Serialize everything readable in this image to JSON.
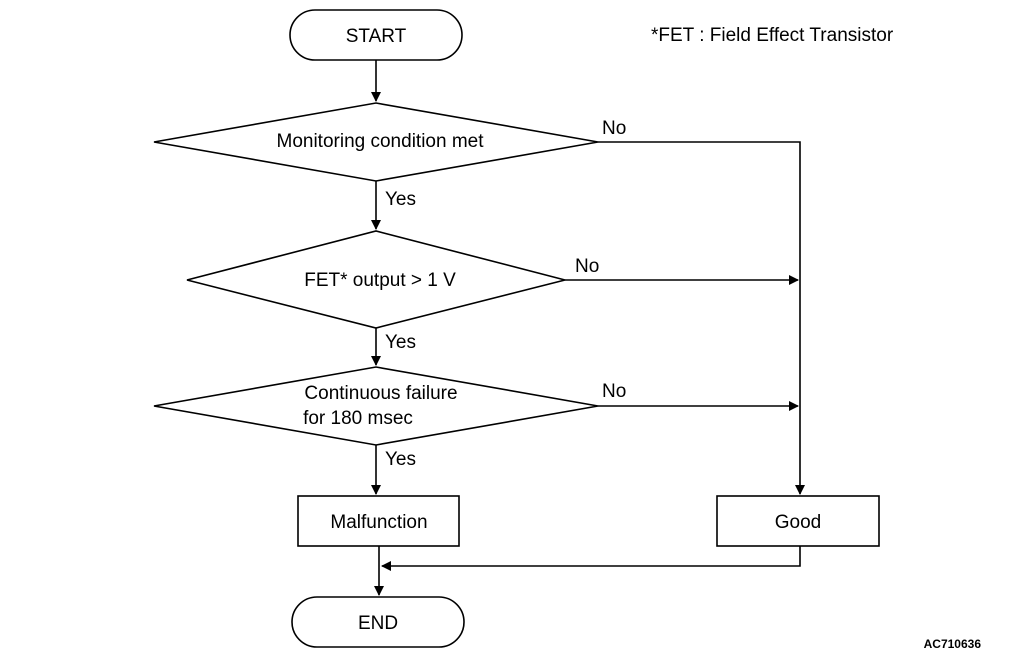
{
  "note": "*FET : Field Effect Transistor",
  "figure_code": "AC710636",
  "nodes": {
    "start": "START",
    "monitoring": "Monitoring condition met",
    "fet_output": "FET* output > 1 V",
    "continuous_line1": "Continuous failure",
    "continuous_line2": "for 180 msec",
    "malfunction": "Malfunction",
    "good": "Good",
    "end": "END"
  },
  "edges": {
    "monitoring_yes": "Yes",
    "monitoring_no": "No",
    "fet_yes": "Yes",
    "fet_no": "No",
    "continuous_yes": "Yes",
    "continuous_no": "No"
  }
}
